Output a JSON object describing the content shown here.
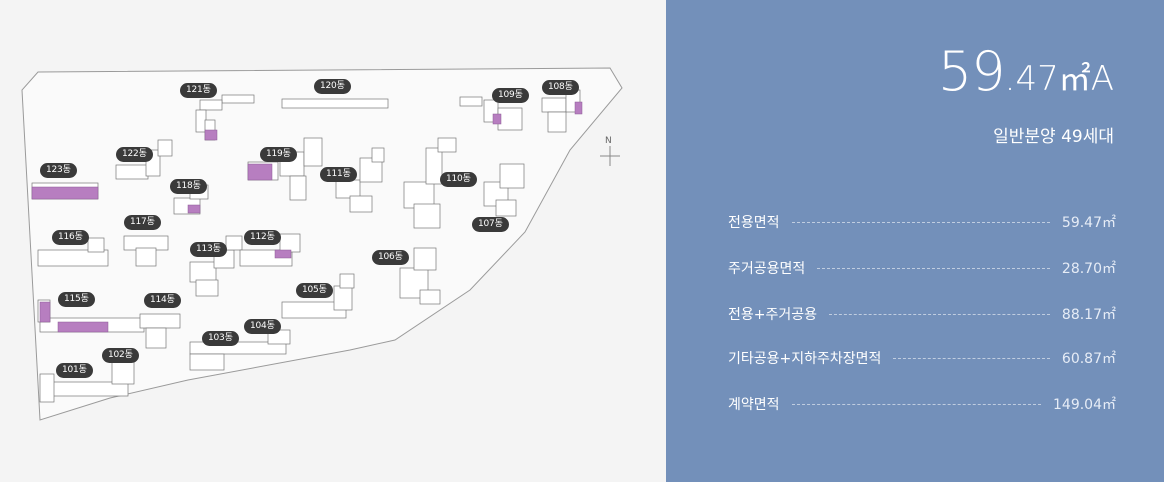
{
  "unit": {
    "number": "59",
    "decimal": ".47",
    "unit_symbol": "㎡",
    "type": "A"
  },
  "household": "일반분양 49세대",
  "areas": [
    {
      "label": "전용면적",
      "value": "59.47㎡"
    },
    {
      "label": "주거공용면적",
      "value": "28.70㎡"
    },
    {
      "label": "전용+주거공용",
      "value": "88.17㎡"
    },
    {
      "label": "기타공용+지하주차장면적",
      "value": "60.87㎡"
    },
    {
      "label": "계약면적",
      "value": "149.04㎡"
    }
  ],
  "buildings": [
    "121동",
    "120동",
    "109동",
    "108동",
    "122동",
    "119동",
    "123동",
    "118동",
    "111동",
    "110동",
    "107동",
    "117동",
    "116동",
    "113동",
    "112동",
    "106동",
    "105동",
    "115동",
    "114동",
    "104동",
    "103동",
    "102동",
    "101동"
  ],
  "compass": "N",
  "colors": {
    "panel_bg": "#7390ba",
    "map_bg": "#f4f4f4",
    "highlight": "#b77ec0",
    "label_bg": "#3a3a3a"
  }
}
